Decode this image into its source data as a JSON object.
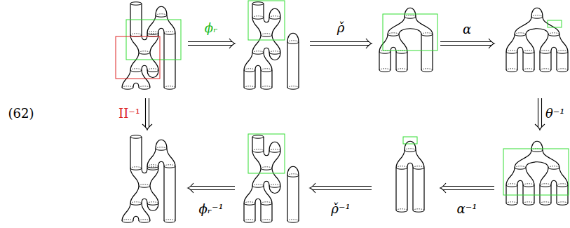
{
  "diagram": {
    "labels": [
      "(62)",
      "ϕᵣ",
      "ρ̌",
      "α",
      "θ⁻¹",
      "II⁻¹",
      "ϕᵣ⁻¹",
      "ρ̌⁻¹",
      "α⁻¹"
    ]
  }
}
